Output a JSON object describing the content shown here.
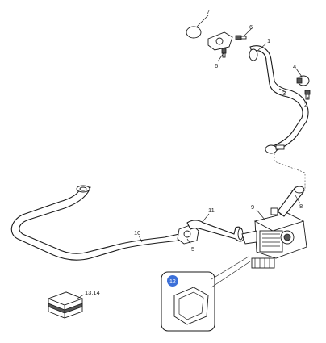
{
  "callouts": {
    "c1": "1",
    "c2": "2",
    "c3": "3",
    "c4": "4",
    "c5": "5",
    "c6a": "6",
    "c6b": "6",
    "c7": "7",
    "c8": "8",
    "c9": "9",
    "c10": "10",
    "c11": "11",
    "c12": "12",
    "c13": "13,14"
  },
  "colors": {
    "highlight_badge": "#3b6fd8"
  }
}
